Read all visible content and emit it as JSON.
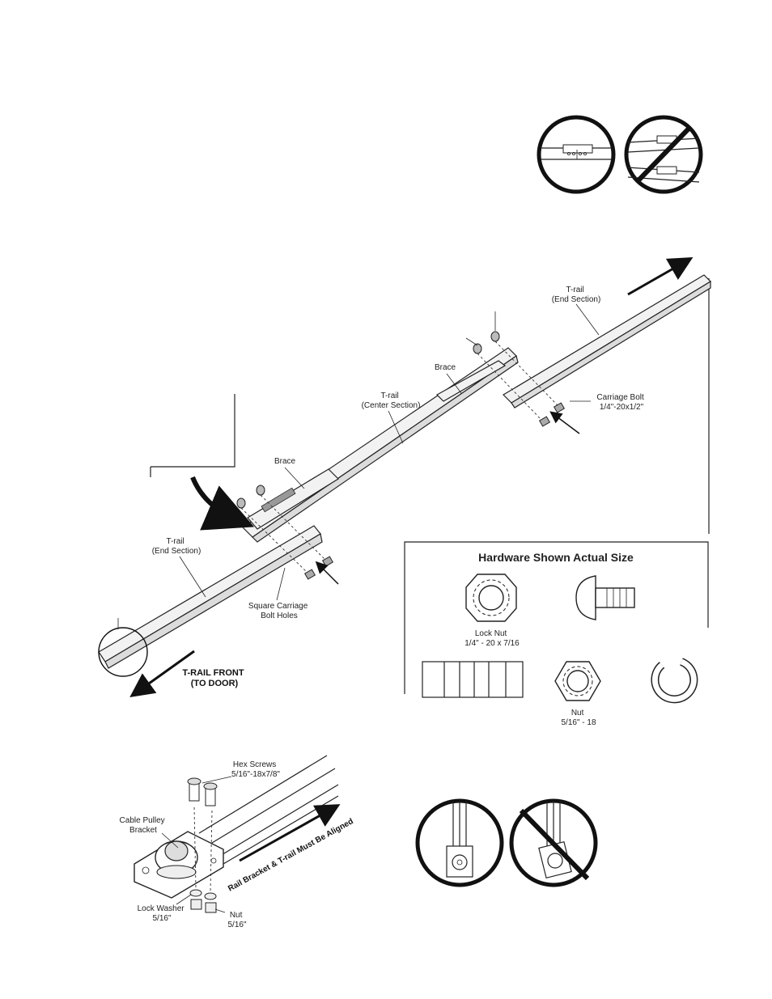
{
  "rail_assembly": {
    "t_rail_end_right": [
      "T-rail",
      "(End Section)"
    ],
    "brace_top": "Brace",
    "t_rail_center": [
      "T-rail",
      "(Center Section)"
    ],
    "carriage_bolt": [
      "Carriage Bolt",
      "1/4\"-20x1/2\""
    ],
    "brace_lower": "Brace",
    "t_rail_end_left": [
      "T-rail",
      "(End Section)"
    ],
    "square_holes": [
      "Square Carriage",
      "Bolt Holes"
    ],
    "front_label": [
      "T-RAIL FRONT",
      "(TO DOOR)"
    ]
  },
  "hardware": {
    "title": "Hardware Shown Actual Size",
    "lock_nut": [
      "Lock Nut",
      "1/4\" - 20 x 7/16"
    ],
    "nut": [
      "Nut",
      "5/16\" - 18"
    ]
  },
  "pulley": {
    "hex_screws": [
      "Hex Screws",
      "5/16\"-18x7/8\""
    ],
    "bracket": [
      "Cable Pulley",
      "Bracket"
    ],
    "align_note": "Rail Bracket & T-rail Must Be Aligned",
    "lock_washer": [
      "Lock Washer",
      "5/16\""
    ],
    "nut": [
      "Nut",
      "5/16\""
    ]
  },
  "icons": [
    "correct-rail-joint-icon",
    "incorrect-rail-joint-icon",
    "correct-pulley-alignment-icon",
    "incorrect-pulley-alignment-icon"
  ]
}
